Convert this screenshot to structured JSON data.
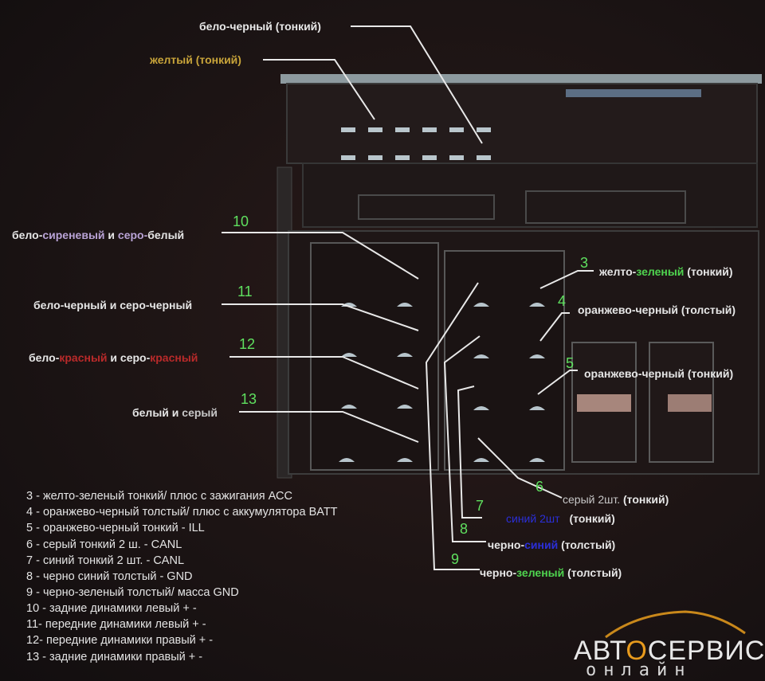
{
  "top_labels": {
    "white_black_thin": "бело-черный (тонкий)",
    "yellow_thin": "желтый (тонкий)"
  },
  "left_labels": {
    "l10": {
      "num": "10",
      "p1": "бело-",
      "p2": "сиреневый",
      "p3": " и ",
      "p4": "серо-",
      "p5": "белый"
    },
    "l11": {
      "num": "11",
      "text": "бело-черный и серо-черный"
    },
    "l12": {
      "num": "12",
      "p1": "бело-",
      "p2": "красный",
      "p3": " и серо-",
      "p4": "красный"
    },
    "l13": {
      "num": "13",
      "p1": "белый",
      "p2": " и ",
      "p3": "серый"
    }
  },
  "right_labels": {
    "r3": {
      "num": "3",
      "p1": "желто-",
      "p2": "зеленый",
      "p3": " (тонкий)"
    },
    "r4": {
      "num": "4",
      "text": "оранжево-черный (толстый)"
    },
    "r5": {
      "num": "5",
      "p1": "оранжево-",
      "p2": "черный (тонкий)"
    },
    "r6": {
      "num": "6",
      "p1": "серый 2шт.",
      "p2": " (тонкий)"
    },
    "r7": {
      "num": "7",
      "p1": "синий 2шт",
      "p2": "(тонкий)"
    },
    "r8": {
      "num": "8",
      "p1": "черно-",
      "p2": "синий",
      "p3": " (толстый)"
    },
    "r9": {
      "num": "9",
      "p1": "черно-",
      "p2": "зеленый",
      "p3": " (толстый)"
    }
  },
  "legend": [
    "3 - желто-зеленый тонкий/ плюс с зажигания АСС",
    "4 - оранжево-черный толстый/ плюс с аккумулятора BATT",
    "5 - оранжево-черный тонкий - ILL",
    "6 - серый тонкий 2 ш. - CANL",
    "7 - синий тонкий 2 шт. - CANL",
    "8 - черно синий толстый - GND",
    "9 - черно-зеленый толстый/ масса GND",
    "10 - задние динамики левый + -",
    "11- передние динамики левый + -",
    "12- передние динамики правый + -",
    "13 - задние динамики правый + -"
  ],
  "brand": {
    "a": "АВТ",
    "o": "О",
    "b": "СЕРВИС",
    "sub": "онлайн"
  },
  "colors": {
    "green": "#4fd44f",
    "red": "#b92a2a",
    "yellow": "#c8a43a",
    "lilac": "#b9a3d6",
    "blue": "#2b2fd8",
    "orange": "#e79a1d"
  }
}
